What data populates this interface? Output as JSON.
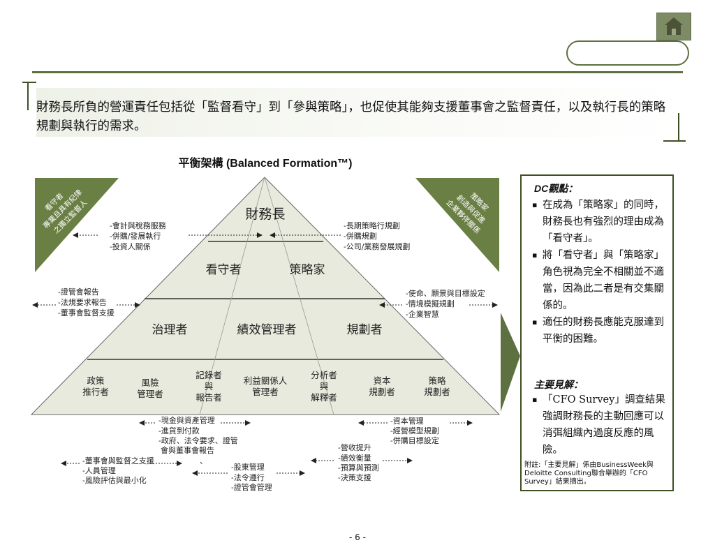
{
  "intro_text": "財務長所負的營運責任包括從「監督看守」到「參與策略」，也促使其能夠支援董事會之監督責任，以及執行長的策略規劃與執行的需求。",
  "diagram": {
    "title": "平衡架構 (Balanced Formation™)",
    "apex": "財務長",
    "tier2": [
      "看守者",
      "策略家"
    ],
    "tier3": [
      "治理者",
      "績效管理者",
      "規劃者"
    ],
    "tier4": [
      [
        "政策",
        "推行者"
      ],
      [
        "風險",
        "管理者"
      ],
      [
        "記錄者",
        "與",
        "報告者"
      ],
      [
        "利益關係人",
        "管理者"
      ],
      [
        "分析者",
        "與",
        "解釋者"
      ],
      [
        "資本",
        "規劃者"
      ],
      [
        "策略",
        "規劃者"
      ]
    ],
    "left_banner": [
      "看守者",
      "專業且具有紀律",
      "之獨立監督人"
    ],
    "right_banner": [
      "策略家",
      "創造與促進",
      "企業夥伴關係"
    ],
    "notes": {
      "top_left": [
        "-會計與稅務服務",
        "-併購/發展執行",
        "-投資人關係"
      ],
      "top_right": [
        "-長期策略行規劃",
        "-併購規劃",
        "-公司/業務發展規劃"
      ],
      "mid_left": [
        "-證管會報告",
        "-法規要求報告",
        "-董事會監督支援"
      ],
      "mid_right": [
        "-使命、願景與目標設定",
        "-情境模擬規劃",
        "-企業智慧"
      ],
      "bot_1": [
        "-現金與資產管理",
        "-進貨到付款",
        "-政府、法令要求、證管",
        "會與董事會報告"
      ],
      "bot_2": [
        "-董事會與監督之支援",
        "-人員管理",
        "-風險評估與最小化"
      ],
      "bot_3": [
        "-股東管理",
        "-法令遵行",
        "-證管會管理"
      ],
      "bot_4": [
        "-營收提升",
        "-績效衡量",
        "-預算與預測",
        "-決策支援"
      ],
      "bot_5": [
        "-資本管理",
        "-經營模型規劃",
        "-併購目標設定"
      ],
      "bot_stray": "、"
    }
  },
  "dc_panel": {
    "heading": "DC觀點：",
    "points": [
      "在成為「策略家」的同時，財務長也有強烈的理由成為「看守者」。",
      "將「看守者」與「策略家」角色視為完全不相關並不適當，因為此二者是有交集關係的。",
      "適任的財務長應能克服達到平衡的困難。"
    ],
    "survey_heading": "主要見解：",
    "survey_points": [
      "「CFO Survey」調查結果強調財務長的主動回應可以消弭組織內過度反應的風險。"
    ],
    "footnote": "附註:「主要見解」係由BusinessWeek與Deloitte Consulting聯合舉辦的「CFO Survey」結果摘出。"
  },
  "page_number": "- 6 -",
  "colors": {
    "accent": "#5d7040",
    "banner": "#6a7f44",
    "pyramid": "#e7eadc"
  },
  "icons": {
    "home": "house-icon"
  }
}
